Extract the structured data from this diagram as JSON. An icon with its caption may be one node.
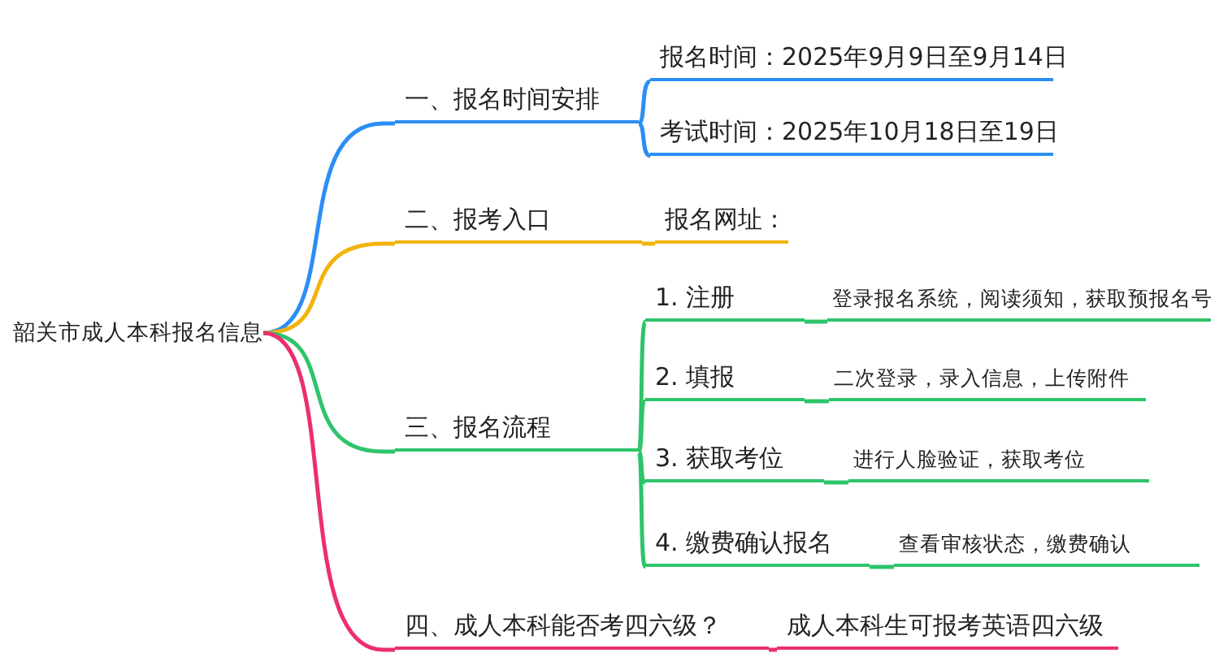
{
  "diagram": {
    "nodes": [
      {
        "text": [
          "韶关市成人本科报名信息"
        ]
      },
      {
        "text": [
          "一、报名时间安排"
        ]
      },
      {
        "text": [
          "报名时间：2025年9月9日至9月14日"
        ]
      },
      {
        "text": [
          "考试时间：2025年10月18日至19日"
        ]
      },
      {
        "text": [
          "二、报考入口"
        ]
      },
      {
        "text": [
          "报名网址："
        ]
      },
      {
        "text": [
          "三、报名流程"
        ]
      },
      {
        "text": [
          "1. 注册"
        ]
      },
      {
        "text": [
          "登录报名系统，阅读须知，获取预报名号"
        ]
      },
      {
        "text": [
          "2. 填报"
        ]
      },
      {
        "text": [
          "二次登录，录入信息，上传附件"
        ]
      },
      {
        "text": [
          "3. 获取考位"
        ]
      },
      {
        "text": [
          "进行人脸验证，获取考位"
        ]
      },
      {
        "text": [
          "4. 缴费确认报名"
        ]
      },
      {
        "text": [
          "查看审核状态，缴费确认"
        ]
      },
      {
        "text": [
          "四、成人本科能否考四六级？"
        ]
      },
      {
        "text": [
          "成人本科生可报考英语四六级"
        ]
      }
    ],
    "edges": [
      {
        "from": 0,
        "to": 1,
        "arrow": "none",
        "color": "#2b8ef5"
      },
      {
        "from": 1,
        "to": 2,
        "arrow": "none",
        "color": "#2b8ef5"
      },
      {
        "from": 1,
        "to": 3,
        "arrow": "none",
        "color": "#2b8ef5"
      },
      {
        "from": 0,
        "to": 4,
        "arrow": "none",
        "color": "#f2b40c"
      },
      {
        "from": 4,
        "to": 5,
        "arrow": "none",
        "color": "#f2b40c"
      },
      {
        "from": 0,
        "to": 6,
        "arrow": "none"
      },
      {
        "from": 6,
        "to": 7,
        "arrow": "none"
      },
      {
        "from": 7,
        "to": 8,
        "arrow": "none"
      },
      {
        "from": 6,
        "to": 9,
        "arrow": "none"
      },
      {
        "from": 9,
        "to": 10,
        "arrow": "none"
      },
      {
        "from": 6,
        "to": 11,
        "arrow": "none"
      },
      {
        "from": 11,
        "to": 12,
        "arrow": "none"
      },
      {
        "from": 6,
        "to": 13,
        "arrow": "none"
      },
      {
        "from": 13,
        "to": 14,
        "arrow": "none"
      },
      {
        "from": 0,
        "to": 15,
        "arrow": "none",
        "color": "#ec2f6e"
      },
      {
        "from": 15,
        "to": 16,
        "arrow": "none",
        "color": "#ec2f6e"
      }
    ]
  }
}
